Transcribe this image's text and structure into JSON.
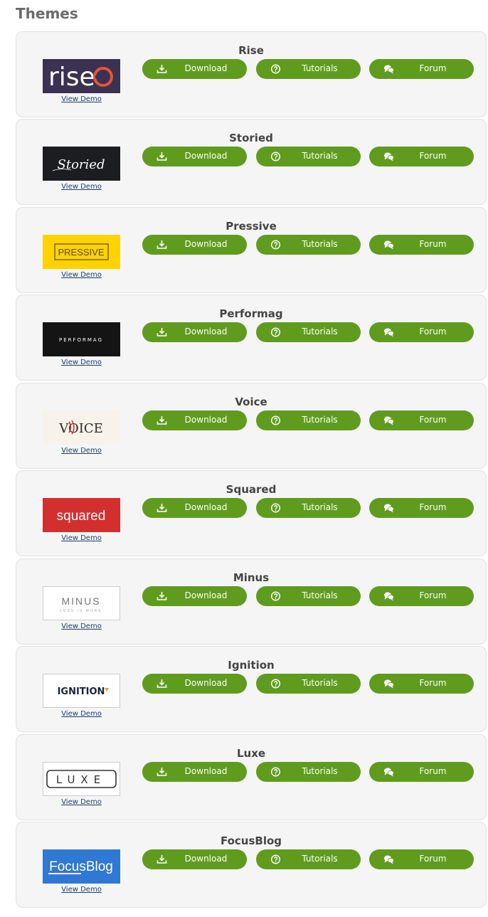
{
  "page": {
    "title": "Themes"
  },
  "actions": {
    "download_label": "Download",
    "tutorials_label": "Tutorials",
    "forum_label": "Forum",
    "view_demo_label": "View Demo",
    "download_icon": "download-icon",
    "tutorials_icon": "question-circle-icon",
    "forum_icon": "chat-bubbles-icon"
  },
  "colors": {
    "button_green": "#5f9c1e",
    "card_bg": "#f5f5f5",
    "link_blue": "#1a3f73"
  },
  "themes": [
    {
      "name": "Rise",
      "logo_text": "rise"
    },
    {
      "name": "Storied",
      "logo_text": "Storied"
    },
    {
      "name": "Pressive",
      "logo_text": "PRESSIVE"
    },
    {
      "name": "Performag",
      "logo_text": "PERFORMAG"
    },
    {
      "name": "Voice",
      "logo_text": "VOICE"
    },
    {
      "name": "Squared",
      "logo_text": "squared"
    },
    {
      "name": "Minus",
      "logo_text": "MINUS",
      "logo_subtext": "LESS IS MORE"
    },
    {
      "name": "Ignition",
      "logo_text": "IGNITION"
    },
    {
      "name": "Luxe",
      "logo_text": "LUXE"
    },
    {
      "name": "FocusBlog",
      "logo_text": "FocusBlog"
    }
  ]
}
